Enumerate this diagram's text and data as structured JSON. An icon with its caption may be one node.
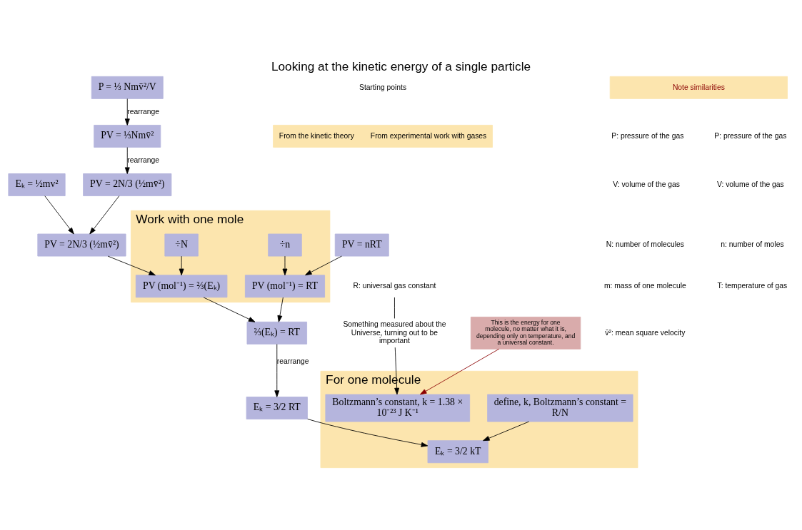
{
  "diagram": {
    "title": "Looking at the kinetic energy of a single particle",
    "nodes": [
      {
        "text": [
          "Eₖ = ½mv²"
        ]
      },
      {
        "text": [
          "From the kinetic theory",
          "From experimental work with gases"
        ]
      },
      {
        "text": [
          "P = ⅓ Nmv̄²/V"
        ]
      },
      {
        "text": [
          "PV = nRT"
        ]
      },
      {
        "text": [
          "Note similarities"
        ]
      },
      {
        "text": [
          "PV = ⅓Nmv̄²"
        ]
      },
      {
        "text": [
          "PV = 2N/3 (½mv̄²)"
        ]
      },
      {
        "text": [
          "PV = 2N/3 (½mv̄²)"
        ]
      },
      {
        "text": [
          "Work with one mole"
        ]
      },
      {
        "text": [
          "÷N"
        ],
        "in": 8
      },
      {
        "text": [
          "PV (mol⁻¹) = ⅔(Eₖ)"
        ],
        "in": 8
      },
      {
        "text": [
          "÷n"
        ],
        "in": 8
      },
      {
        "text": [
          "PV (mol⁻¹) = RT"
        ],
        "in": 8
      },
      {
        "text": [
          "Something measured about the Universe, turning out to be important"
        ]
      },
      {
        "text": [
          "⅔(Eₖ) = RT"
        ]
      },
      {
        "text": [
          "Eₖ = 3/2 RT"
        ]
      },
      {
        "text": [
          "For one molecule"
        ]
      },
      {
        "text": [
          "Eₖ = 3/2 kT"
        ],
        "in": 16
      },
      {
        "text": [
          "define, k, Boltzmann’s constant = R/N"
        ],
        "in": 16
      },
      {
        "text": [
          "Boltzmann’s constant, k = 1.38 × 10⁻²³ J K⁻¹"
        ],
        "in": 16
      },
      {
        "text": [
          "This is the energy for one molecule, no matter what it is, depending only on temperature, and a universal constant."
        ]
      },
      {
        "text": [
          "R: universal gas constant"
        ]
      }
    ],
    "edges": [
      {
        "from": 2,
        "to": 5,
        "arrow": "to",
        "label": "rearrange"
      },
      {
        "from": 5,
        "to": 6,
        "arrow": "to",
        "label": "rearrange"
      },
      {
        "from": 6,
        "to": 7,
        "arrow": "to"
      },
      {
        "from": 0,
        "to": 7,
        "arrow": "to"
      },
      {
        "from": 7,
        "to": 10,
        "arrow": "to"
      },
      {
        "from": 9,
        "to": 10,
        "arrow": "to"
      },
      {
        "from": 3,
        "to": 12,
        "arrow": "to"
      },
      {
        "from": 11,
        "to": 12,
        "arrow": "to"
      },
      {
        "from": 10,
        "to": 14,
        "arrow": "to"
      },
      {
        "from": 12,
        "to": 14,
        "arrow": "to"
      },
      {
        "from": 14,
        "to": 15,
        "arrow": "to",
        "label": "rearrange"
      },
      {
        "from": 15,
        "to": 17,
        "arrow": "to"
      },
      {
        "from": 18,
        "to": 17,
        "arrow": "to"
      },
      {
        "from": 21,
        "to": 13,
        "arrow": "none"
      },
      {
        "from": 13,
        "to": 19,
        "arrow": "to"
      },
      {
        "from": 20,
        "to": 19,
        "arrow": "to",
        "color": "#8b0000"
      }
    ],
    "labels": [
      "Starting points",
      "P: pressure of the gas",
      "V: volume of the gas",
      "N: number of molecules",
      "m: mass of one molecule",
      "v̄²: mean square velocity",
      "P: pressure of the gas",
      "V: volume of the gas",
      "n: number of moles",
      "T: temperature of gas"
    ]
  }
}
